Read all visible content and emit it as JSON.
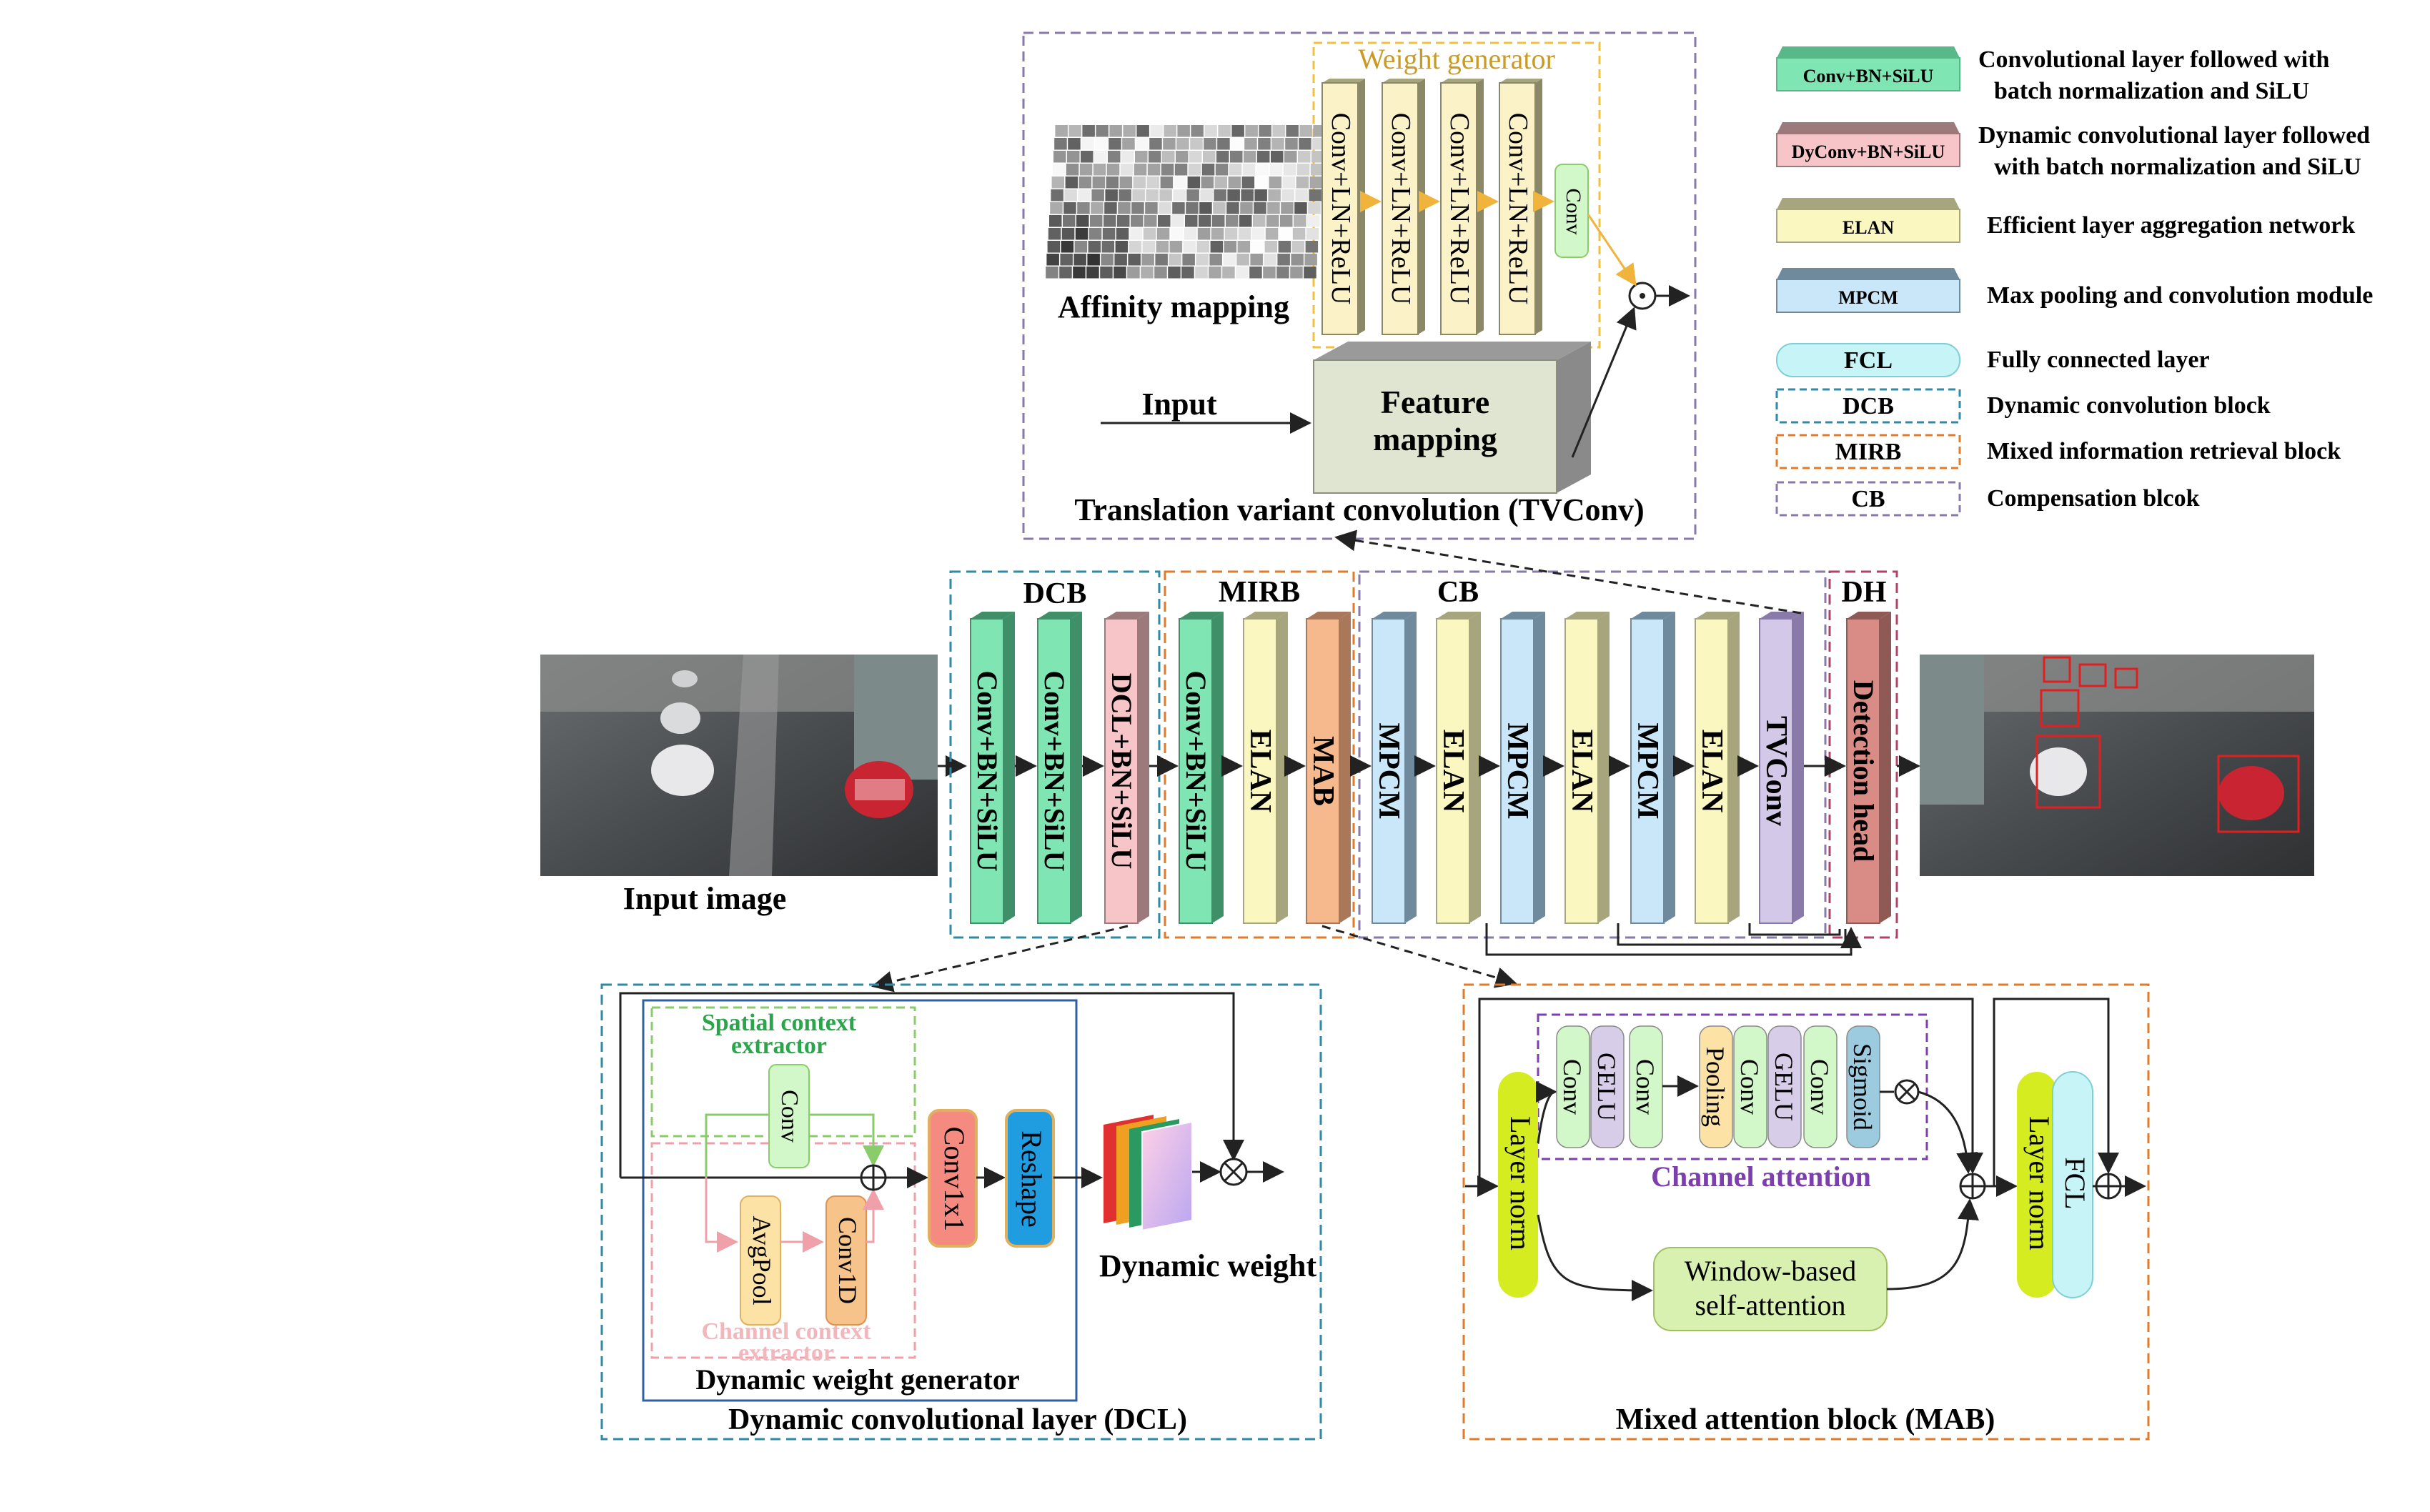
{
  "legend": [
    {
      "label": "Conv+BN+SiLU",
      "desc_lines": [
        "Convolutional layer followed with",
        "batch normalization and SiLU"
      ],
      "face": "#7fe6b3",
      "top": "#59b88a",
      "box": "block"
    },
    {
      "label": "DyConv+BN+SiLU",
      "desc_lines": [
        "Dynamic convolutional layer followed",
        "with batch normalization and SiLU"
      ],
      "face": "#f7c5c8",
      "top": "#9c7a7c",
      "box": "block"
    },
    {
      "label": "ELAN",
      "desc_lines": [
        "Efficient layer aggregation network"
      ],
      "face": "#fbf7c0",
      "top": "#a7a57e",
      "box": "block"
    },
    {
      "label": "MPCM",
      "desc_lines": [
        "Max pooling and convolution module"
      ],
      "face": "#c9e7f8",
      "top": "#6f8a9c",
      "box": "block"
    },
    {
      "label": "FCL",
      "desc_lines": [
        "Fully connected layer"
      ],
      "face": "#c7f4f7",
      "top": "#c7f4f7",
      "box": "rounded"
    },
    {
      "label": "DCB",
      "desc_lines": [
        "Dynamic convolution block"
      ],
      "face": "#ffffff",
      "top": "#2e8aa5",
      "box": "dashed"
    },
    {
      "label": "MIRB",
      "desc_lines": [
        "Mixed information retrieval block"
      ],
      "face": "#ffffff",
      "top": "#e07b2b",
      "box": "dashed"
    },
    {
      "label": "CB",
      "desc_lines": [
        "Compensation blcok"
      ],
      "face": "#ffffff",
      "top": "#8a7aaa",
      "box": "dashed"
    }
  ],
  "tvconv": {
    "title": "Translation variant convolution (TVConv)",
    "weight_generator": "Weight generator",
    "affinity": "Affinity mapping",
    "input": "Input",
    "feature_mapping_lines": [
      "Feature",
      "mapping"
    ],
    "wg_blocks": [
      "Conv+LN+ReLU",
      "Conv+LN+ReLU",
      "Conv+LN+ReLU",
      "Conv+LN+ReLU"
    ],
    "conv": "Conv",
    "odot": "⊙"
  },
  "pipeline": {
    "input_image": "Input image",
    "dcb_label": "DCB",
    "mirb_label": "MIRB",
    "cb_label": "CB",
    "dh_label": "DH",
    "blocks": [
      {
        "label": "Conv+BN+SiLU",
        "color": "#7fe6b3",
        "side": "#3f8f68",
        "group": "dcb"
      },
      {
        "label": "Conv+BN+SiLU",
        "color": "#7fe6b3",
        "side": "#3f8f68",
        "group": "dcb"
      },
      {
        "label": "DCL+BN+SiLU",
        "color": "#f7c5c8",
        "side": "#9c7a7c",
        "group": "dcb"
      },
      {
        "label": "Conv+BN+SiLU",
        "color": "#7fe6b3",
        "side": "#3f8f68",
        "group": "mirb"
      },
      {
        "label": "ELAN",
        "color": "#fbf7c0",
        "side": "#a7a57e",
        "group": "mirb"
      },
      {
        "label": "MAB",
        "color": "#f6b98e",
        "side": "#a9775a",
        "group": "mirb"
      },
      {
        "label": "MPCM",
        "color": "#c9e7f8",
        "side": "#6f8a9c",
        "group": "cb"
      },
      {
        "label": "ELAN",
        "color": "#fbf7c0",
        "side": "#a7a57e",
        "group": "cb"
      },
      {
        "label": "MPCM",
        "color": "#c9e7f8",
        "side": "#6f8a9c",
        "group": "cb"
      },
      {
        "label": "ELAN",
        "color": "#fbf7c0",
        "side": "#a7a57e",
        "group": "cb"
      },
      {
        "label": "MPCM",
        "color": "#c9e7f8",
        "side": "#6f8a9c",
        "group": "cb"
      },
      {
        "label": "ELAN",
        "color": "#fbf7c0",
        "side": "#a7a57e",
        "group": "cb"
      },
      {
        "label": "TVConv",
        "color": "#d4c8e8",
        "side": "#8a7aaa",
        "group": "cb"
      },
      {
        "label": "Detection head",
        "color": "#d98b85",
        "side": "#8f5a56",
        "group": "dh"
      }
    ]
  },
  "dcl": {
    "title": "Dynamic convolutional layer (DCL)",
    "generator": "Dynamic weight generator",
    "spatial_lines": [
      "Spatial context",
      "extractor"
    ],
    "channel_lines": [
      "Channel context",
      "extractor"
    ],
    "conv": "Conv",
    "avgpool": "AvgPool",
    "conv1d": "Conv1D",
    "conv1x1": "Conv1x1",
    "reshape": "Reshape",
    "dynamic_weight": "Dynamic weight",
    "oplus": "⊕",
    "otimes": "⊗"
  },
  "mab": {
    "title": "Mixed attention block (MAB)",
    "channel_attention": "Channel attention",
    "layer_norm": "Layer norm",
    "ca_blocks": [
      {
        "label": "Conv",
        "color": "#d2f7c8"
      },
      {
        "label": "GELU",
        "color": "#d7cde8"
      },
      {
        "label": "Conv",
        "color": "#d2f7c8"
      },
      {
        "label": "Pooling",
        "color": "#fde2a6"
      },
      {
        "label": "Conv",
        "color": "#d2f7c8"
      },
      {
        "label": "GELU",
        "color": "#d7cde8"
      },
      {
        "label": "Conv",
        "color": "#d2f7c8"
      },
      {
        "label": "Sigmoid",
        "color": "#9ccbe0"
      }
    ],
    "window_lines": [
      "Window-based",
      "self-attention"
    ],
    "fcl": "FCL",
    "otimes": "⊗",
    "oplus": "⊕"
  }
}
